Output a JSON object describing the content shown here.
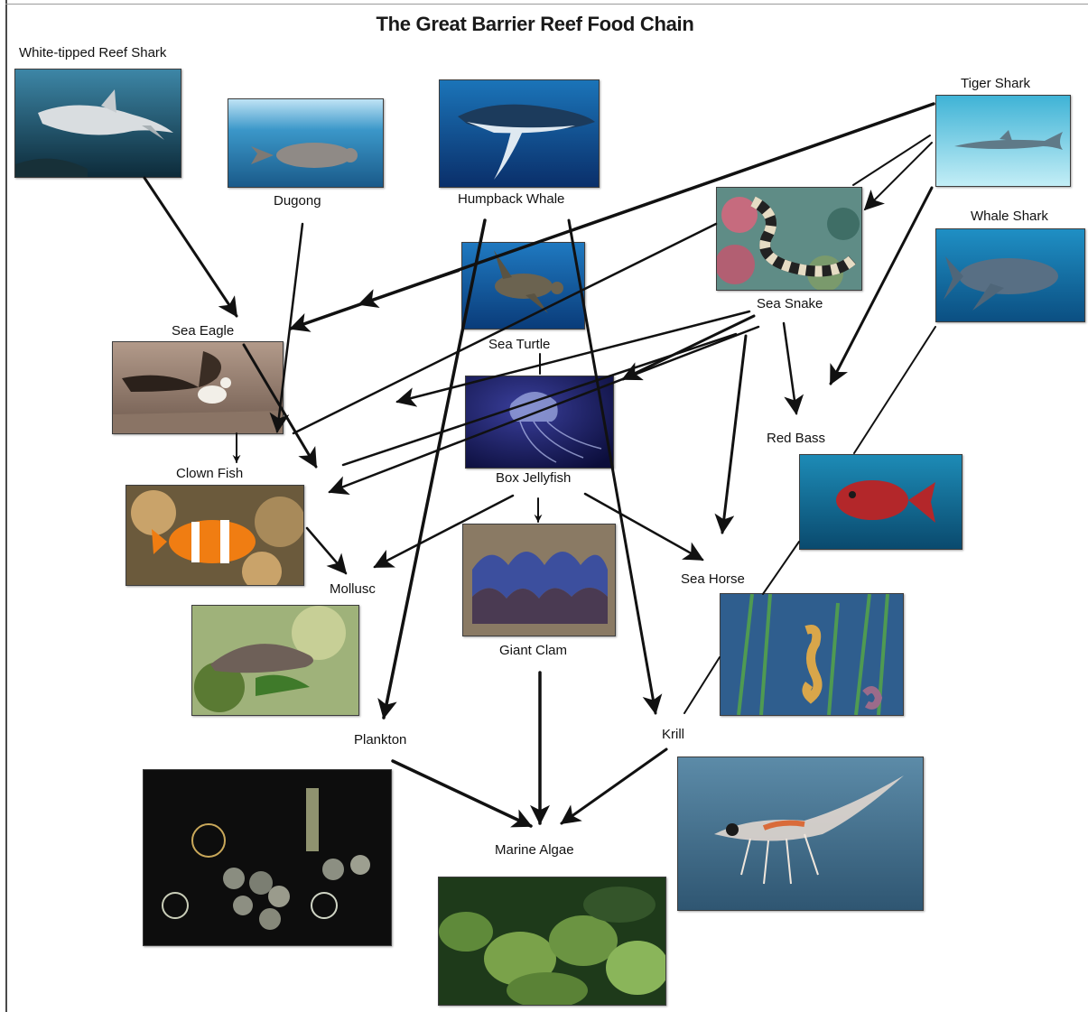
{
  "title": "The Great Barrier Reef Food Chain",
  "organisms": {
    "white_tipped_reef_shark": "White-tipped Reef Shark",
    "dugong": "Dugong",
    "humpback_whale": "Humpback Whale",
    "tiger_shark": "Tiger Shark",
    "whale_shark": "Whale Shark",
    "sea_snake": "Sea Snake",
    "sea_eagle": "Sea Eagle",
    "sea_turtle": "Sea Turtle",
    "box_jellyfish": "Box Jellyfish",
    "red_bass": "Red Bass",
    "clown_fish": "Clown Fish",
    "mollusc": "Mollusc",
    "giant_clam": "Giant Clam",
    "sea_horse": "Sea Horse",
    "plankton": "Plankton",
    "krill": "Krill",
    "marine_algae": "Marine Algae"
  },
  "colors": {
    "arrow": "#111111",
    "frame": "#4a4a4a"
  }
}
